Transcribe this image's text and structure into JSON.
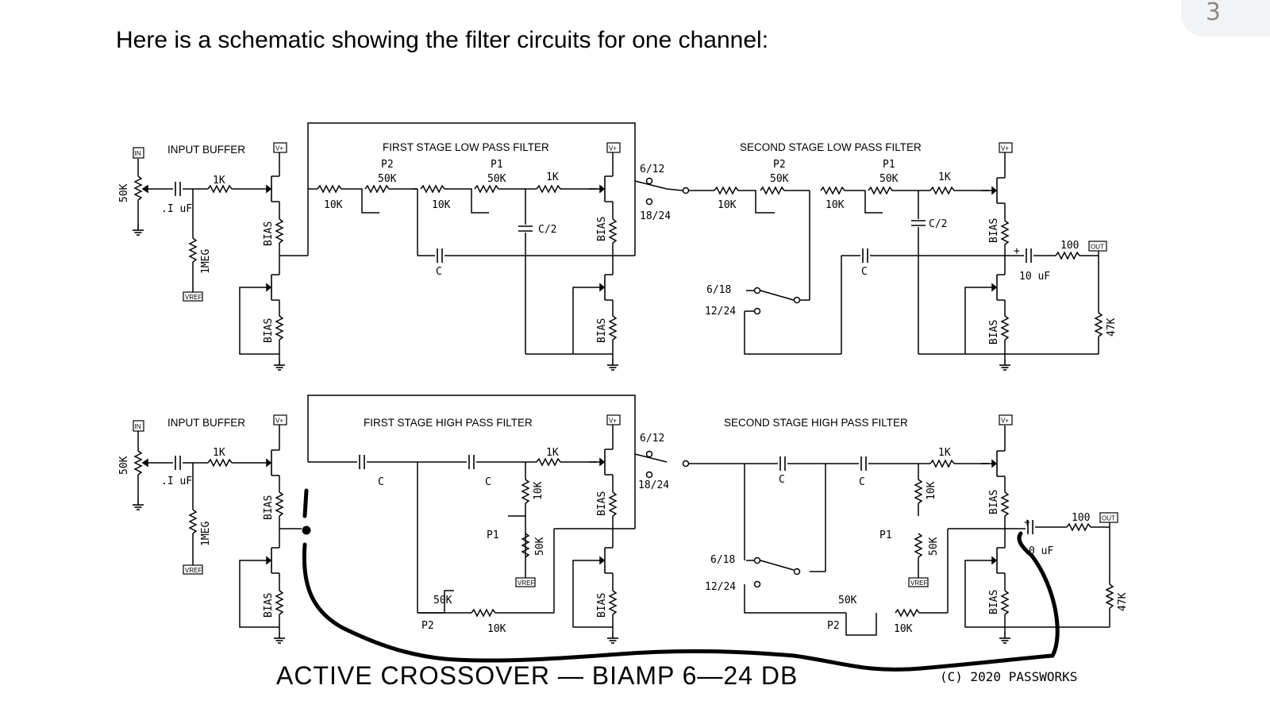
{
  "page": {
    "number": "3",
    "intro": "Here is a schematic showing the filter circuits for one channel:"
  },
  "schematic": {
    "title": "ACTIVE CROSSOVER — BIAMP 6—24 DB",
    "copyright": "(C) 2020 PASSWORKS",
    "low_pass": {
      "input_buffer": "INPUT BUFFER",
      "stage1": "FIRST STAGE LOW PASS FILTER",
      "stage2": "SECOND STAGE LOW PASS FILTER"
    },
    "high_pass": {
      "input_buffer": "INPUT BUFFER",
      "stage1": "FIRST STAGE HIGH PASS FILTER",
      "stage2": "SECOND STAGE HIGH PASS FILTER"
    },
    "labels": {
      "in": "IN",
      "out": "OUT",
      "vplus": "V+",
      "vref": "VREF",
      "pot_50k": "50K",
      "r_1k": "1K",
      "r_10k": "10K",
      "r_1meg": "1MEG",
      "r_100": "100",
      "r_47k": "47K",
      "cap_01uf": ".I uF",
      "cap_10uf": "10 uF",
      "cap_0uf": "0 uF",
      "bias": "BIAS",
      "p1": "P1",
      "p2": "P2",
      "c": "C",
      "c_half": "C/2",
      "sw_6_12": "6/12",
      "sw_18_24": "18/24",
      "sw_6_18": "6/18",
      "sw_12_24": "12/24"
    }
  },
  "icons": [
    "resistor-icon",
    "capacitor-icon",
    "ground-icon",
    "potentiometer-icon",
    "switch-icon",
    "transistor-icon"
  ]
}
